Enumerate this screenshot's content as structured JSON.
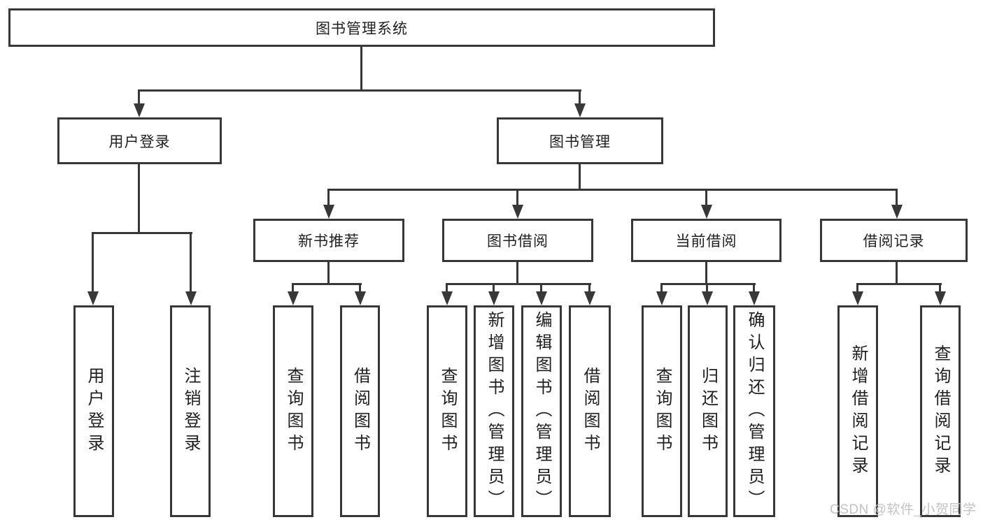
{
  "root": {
    "label": "图书管理系统"
  },
  "level2": [
    {
      "label": "用户登录",
      "children": [
        "用户登录",
        "注销登录"
      ]
    },
    {
      "label": "图书管理"
    }
  ],
  "level3": [
    {
      "label": "新书推荐",
      "children": [
        "查询图书",
        "借阅图书"
      ]
    },
    {
      "label": "图书借阅",
      "children": [
        "查询图书",
        "新增图书（管理员）",
        "编辑图书（管理员）",
        "借阅图书"
      ]
    },
    {
      "label": "当前借阅",
      "children": [
        "查询图书",
        "归还图书",
        "确认归还（管理员）"
      ]
    },
    {
      "label": "借阅记录",
      "children": [
        "新增借阅记录",
        "查询借阅记录"
      ]
    }
  ],
  "watermark": "CSDN @软件_小贺同学",
  "colors": {
    "line": "#383838",
    "text": "#1f1f1f",
    "watermark": "#c3c3c3",
    "background": "#ffffff"
  }
}
